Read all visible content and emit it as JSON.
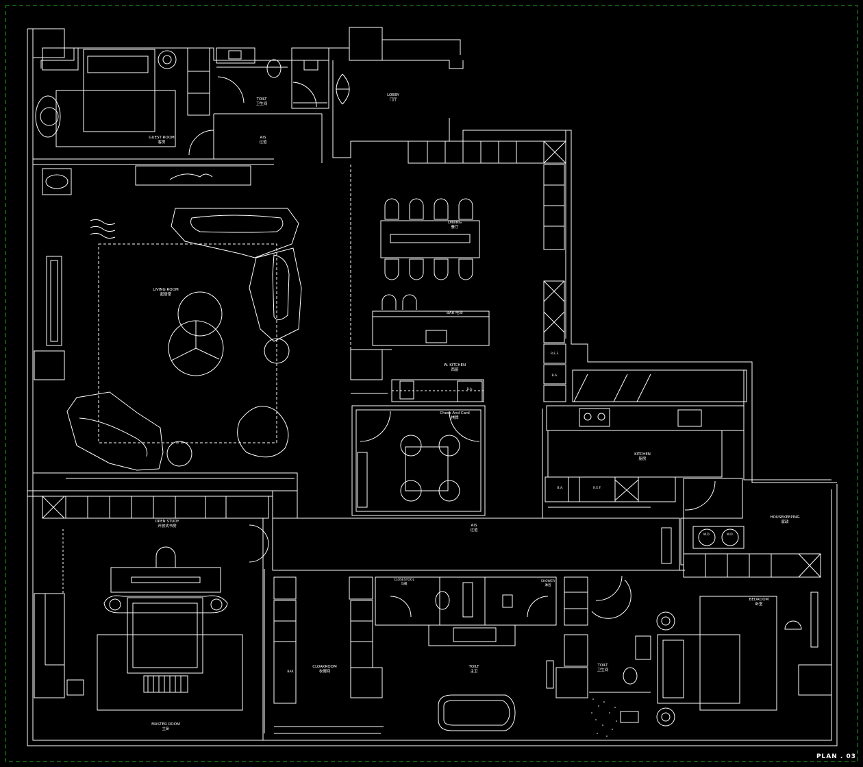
{
  "rooms": {
    "guest": {
      "en": "GUEST ROOM",
      "cn": "客房"
    },
    "toilet_top": {
      "en": "TOILT",
      "cn": "卫生间"
    },
    "aisle_top": {
      "en": "AIS",
      "cn": "过道"
    },
    "lobby": {
      "en": "LOBBY",
      "cn": "门厅"
    },
    "dining": {
      "en": "DINING",
      "cn": "餐厅"
    },
    "bar": {
      "en": "BAR 吧台"
    },
    "living": {
      "en": "LIVING ROOM",
      "cn": "起居室"
    },
    "wkitchen": {
      "en": "W. KITCHEN",
      "cn": "西厨"
    },
    "chess": {
      "en": "Chess And Card",
      "cn": "棋牌"
    },
    "kitchen": {
      "en": "KITCHEN",
      "cn": "厨房"
    },
    "open_study": {
      "en": "OPEN STUDY",
      "cn": "开放式书房"
    },
    "aisle_mid": {
      "en": "AIS",
      "cn": "过道"
    },
    "housekeeping": {
      "en": "HOUSEKEEPING",
      "cn": "家政"
    },
    "master": {
      "en": "MASTER ROOM",
      "cn": "主卧"
    },
    "cloakroom": {
      "en": "CLOAKROOM",
      "cn": "衣帽间"
    },
    "toilet_master": {
      "en": "TOILT",
      "cn": "主卫"
    },
    "toilet_bed": {
      "en": "TOILT",
      "cn": "卫生间"
    },
    "bedroom": {
      "en": "BEDROOM",
      "cn": "卧室"
    }
  },
  "tags": {
    "ref1": "R.E.F.",
    "ba1": "B.A.",
    "ba2": "B.A.",
    "ba3": "B.A.",
    "ref2": "R.E.F.",
    "wd": "W.D.",
    "wd2": "W.D.",
    "bar_tag": "BAR",
    "closestool": "CLOSESTOOL",
    "closestool_cn": "马桶",
    "shower": "SHOWER",
    "shower_cn": "淋浴"
  },
  "plan_title": "PLAN . 03",
  "colors": {
    "background": "#000000",
    "line": "#ffffff",
    "border": "#1fa31f"
  }
}
